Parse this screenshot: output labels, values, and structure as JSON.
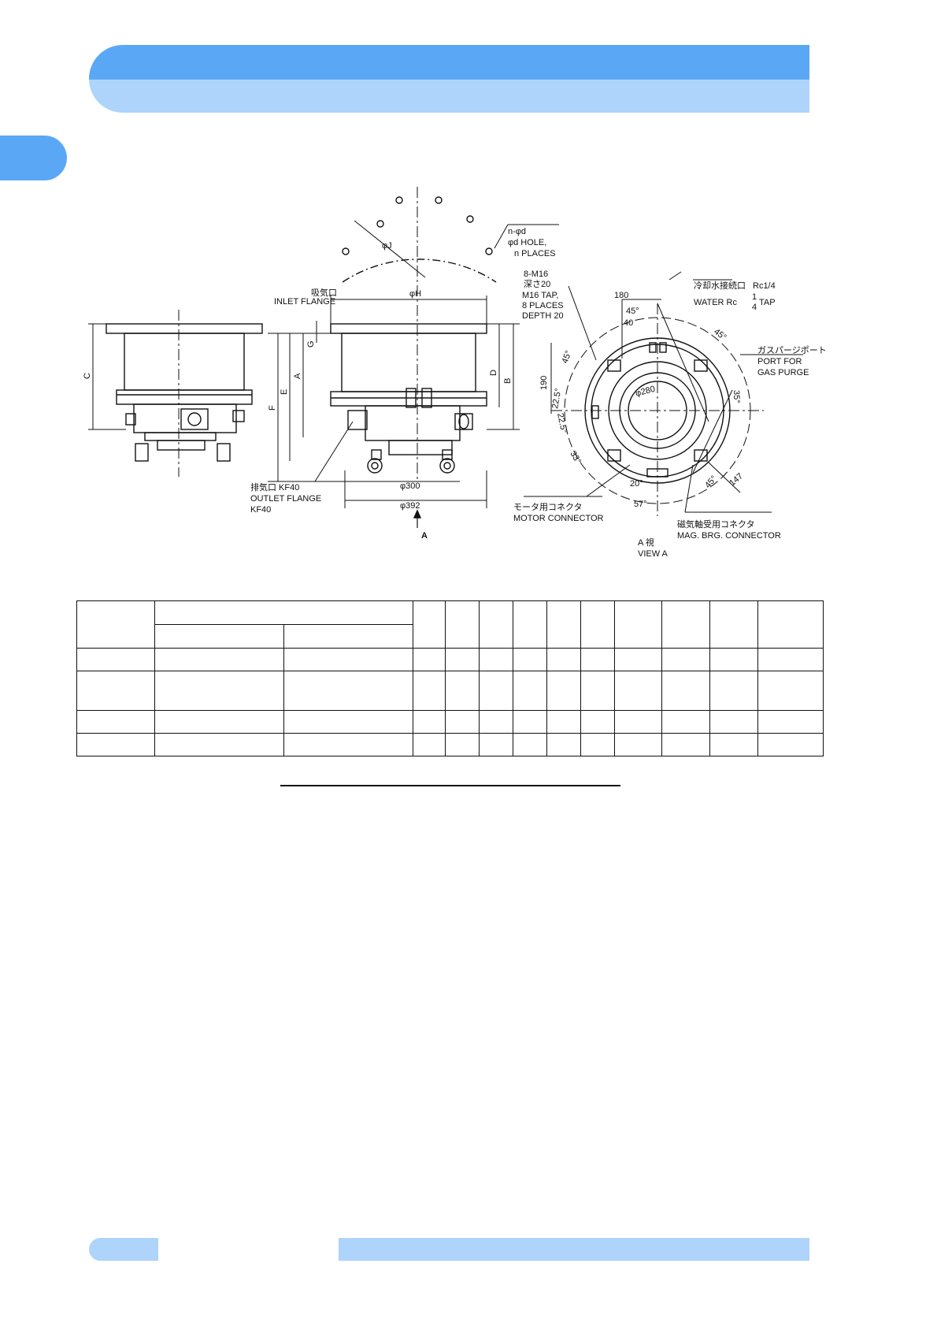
{
  "colors": {
    "header_dark": "#5aa8f5",
    "header_light": "#aed4fb"
  },
  "drawing": {
    "labels": {
      "n_phi_d": "n-φd",
      "phi_d_hole": "φd HOLE,",
      "n_places": "n PLACES",
      "phi_j": "φJ",
      "phi_h": "φH",
      "inlet_jp": "吸気口",
      "inlet_flange": "INLET FLANGE",
      "tap_jp1": "8-M16",
      "tap_jp2": "深さ20",
      "tap_en1": "M16 TAP,",
      "tap_en2": "8 PLACES",
      "tap_en3": "DEPTH 20",
      "dim_180": "180",
      "dim_45a": "45°",
      "dim_40": "40",
      "dim_45b": "45°",
      "dim_45c": "45°",
      "water_jp": "冷却水接続口",
      "water_rc": "Rc1/4",
      "water_en": "WATER Rc",
      "water_num": "1",
      "water_den": "4",
      "water_tap": "TAP",
      "purge_jp": "ガスパージポート",
      "purge_en1": "PORT FOR",
      "purge_en2": "GAS PURGE",
      "dim_35": "35°",
      "dim_190": "190",
      "dim_22_5a": "22.5°",
      "dim_22_5b": "22.5°",
      "dim_33": "33°",
      "dim_280": "φ280",
      "dim_20": "20°",
      "dim_57": "57°",
      "dim_45d": "45°",
      "dim_147": "147",
      "motor_jp": "モータ用コネクタ",
      "motor_en": "MOTOR CONNECTOR",
      "mag_jp": "磁気軸受用コネクタ",
      "mag_en": "MAG. BRG. CONNECTOR",
      "view_a_jp": "A 視",
      "view_a_en": "VIEW A",
      "outlet_jp": "排気口 KF40",
      "outlet_en": "OUTLET FLANGE",
      "outlet_kf": "KF40",
      "dim_300": "φ300",
      "dim_392": "φ392",
      "arrow_a": "A",
      "dim_c": "C",
      "dim_f": "F",
      "dim_e": "E",
      "dim_a": "A",
      "dim_g": "G",
      "dim_d": "D",
      "dim_b": "B"
    }
  },
  "table": {
    "rows": [
      [
        "",
        "",
        "",
        "",
        "",
        "",
        "",
        "",
        "",
        "",
        "",
        "",
        ""
      ],
      [
        "",
        "",
        "",
        "",
        "",
        "",
        "",
        "",
        "",
        "",
        "",
        "",
        ""
      ],
      [
        "",
        "",
        "",
        "",
        "",
        "",
        "",
        "",
        "",
        "",
        "",
        "",
        ""
      ],
      [
        "",
        "",
        "",
        "",
        "",
        "",
        "",
        "",
        "",
        "",
        "",
        "",
        ""
      ],
      [
        "",
        "",
        "",
        "",
        "",
        "",
        "",
        "",
        "",
        "",
        "",
        "",
        ""
      ]
    ]
  }
}
